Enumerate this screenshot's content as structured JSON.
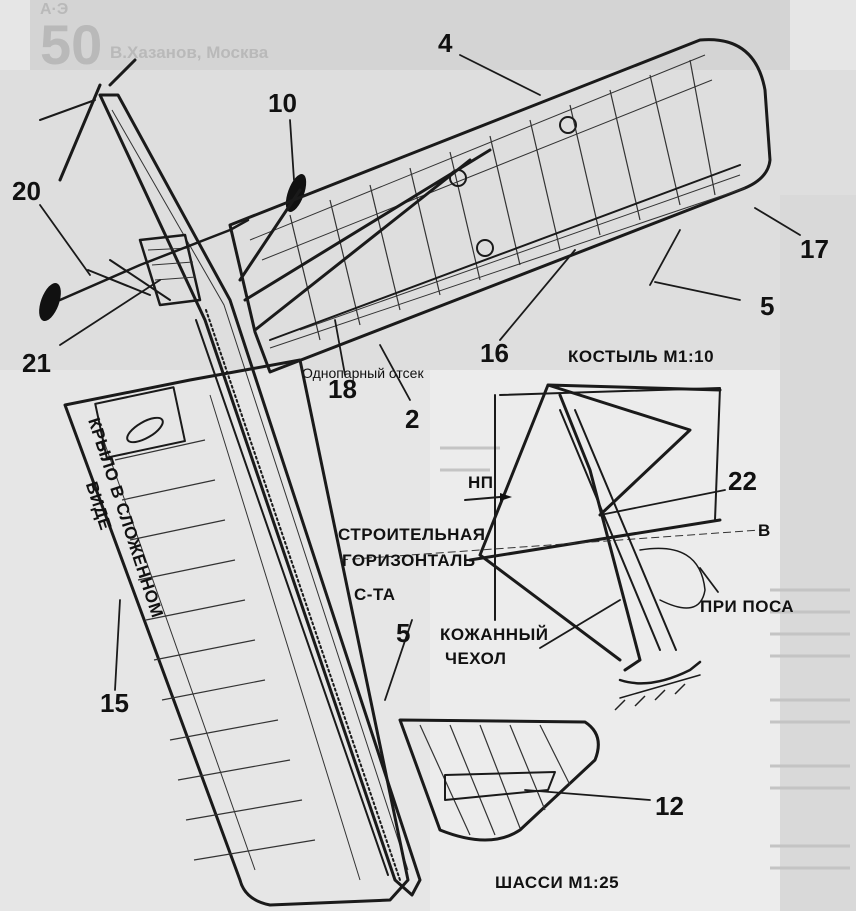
{
  "header": {
    "faded_title": "В.Хазанов, Москва"
  },
  "callouts": {
    "n4": "4",
    "n10": "10",
    "n20": "20",
    "n17": "17",
    "n5a": "5",
    "n21": "21",
    "n16": "16",
    "n2": "2",
    "n18": "18",
    "n22": "22",
    "n5b": "5",
    "n15": "15",
    "n12": "12"
  },
  "captions": {
    "tailskid": "КОСТЫЛЬ  М1:10",
    "wing_folded_line1": "КРЫЛО  В  СЛОЖЕННОМ",
    "wing_folded_line2": "ВИДЕ",
    "np": "НП",
    "construction_line1": "СТРОИТЕЛЬНАЯ",
    "construction_line2": "ГОРИЗОНТАЛЬ",
    "construction_line3": "С-ТА",
    "leather_line1": "КОЖАННЫЙ",
    "leather_line2": "ЧЕХОЛ",
    "landing": "ПРИ ПОСА",
    "letter_v": "В",
    "gear": "ШАССИ   М1:25"
  },
  "background_text": {
    "section_heading": "Однопарный отсек"
  }
}
